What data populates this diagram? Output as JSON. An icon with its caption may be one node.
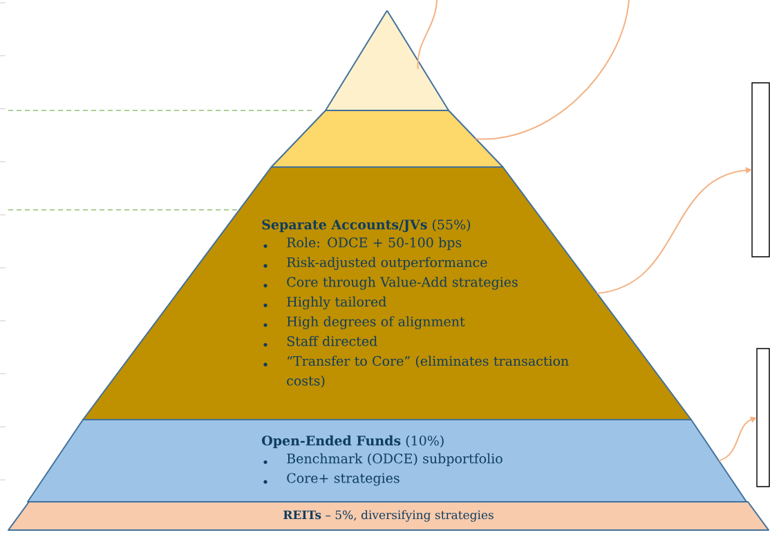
{
  "diagram": {
    "nodes": [
      {
        "text": [],
        "shape": "triangle"
      },
      {
        "text": [],
        "shape": "trapezoid"
      },
      {
        "text": [
          "**Separate Accounts/JVs** (55%)",
          "Role: ODCE + 50-100 bps",
          "Risk-adjusted outperformance",
          "Core through Value-Add strategies",
          "Highly tailored",
          "High degrees of alignment",
          "Staff directed",
          "“Transfer to Core” (eliminates transaction costs)"
        ]
      },
      {
        "text": [
          "**Open-Ended Funds** (10%)",
          "Benchmark (ODCE) subportfolio",
          "Core+ strategies"
        ]
      },
      {
        "text": [
          "**REITs** – 5%, diversifying strategies"
        ]
      },
      {
        "text": [],
        "shape": "box"
      },
      {
        "text": [],
        "shape": "box"
      }
    ],
    "edges": [
      {
        "from": null,
        "to": 0,
        "arrow": "none"
      },
      {
        "from": null,
        "to": 1,
        "arrow": "none"
      },
      {
        "from": 2,
        "to": 5,
        "arrow": "to"
      },
      {
        "from": 3,
        "to": 6,
        "arrow": "to"
      }
    ]
  }
}
